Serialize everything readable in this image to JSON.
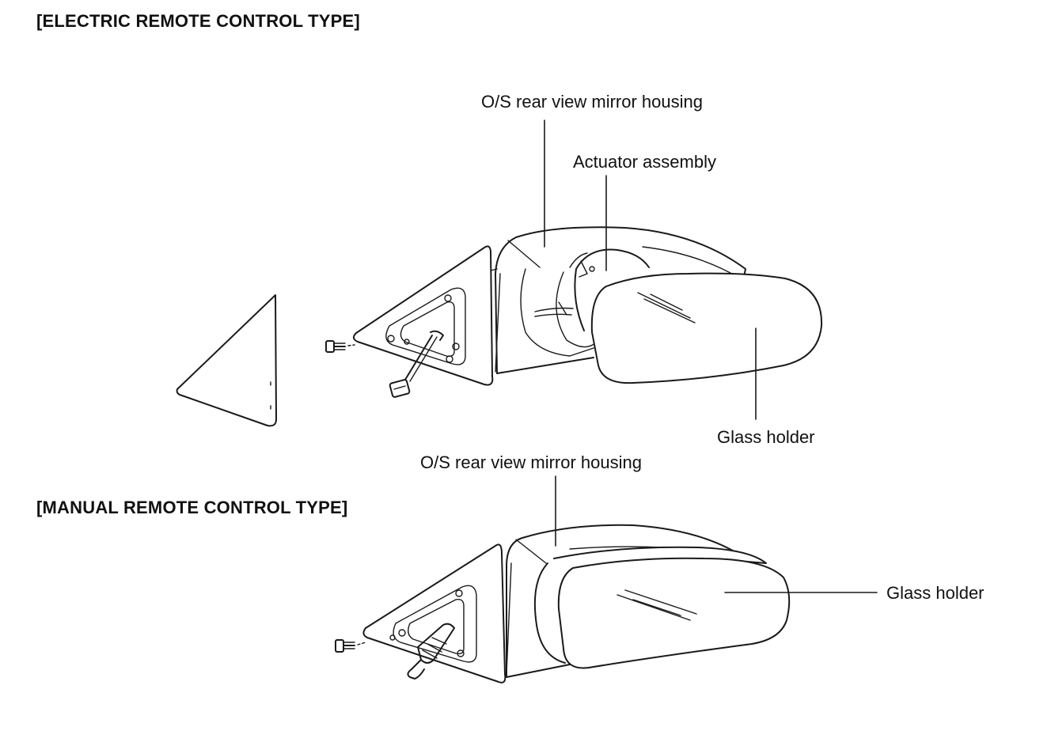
{
  "sections": {
    "electric": {
      "heading": "[ELECTRIC REMOTE CONTROL TYPE]",
      "labels": {
        "housing": "O/S rear view mirror housing",
        "actuator": "Actuator assembly",
        "glass_holder": "Glass holder"
      }
    },
    "manual": {
      "heading": "[MANUAL REMOTE CONTROL TYPE]",
      "labels": {
        "housing": "O/S rear view mirror housing",
        "glass_holder": "Glass holder"
      }
    }
  }
}
